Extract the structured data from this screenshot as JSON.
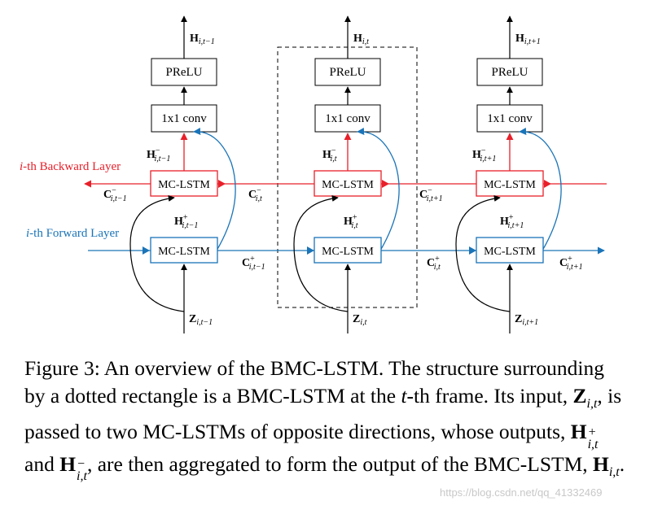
{
  "colors": {
    "backward": "#e8202a",
    "forward": "#1a74b8",
    "dashed": "#000000",
    "watermark": "#c8c8c8"
  },
  "layers": {
    "backward_label_italic": "i",
    "backward_label_rest": "-th Backward Layer",
    "forward_label_italic": "i",
    "forward_label_rest": "-th Forward Layer"
  },
  "blocks": [
    {
      "output_main": "H",
      "output_sub": "i,t−1",
      "prelu": "PReLU",
      "conv": "1x1 conv",
      "mc_back": "MC-LSTM",
      "mc_fwd": "MC-LSTM",
      "h_minus_main": "H",
      "h_minus_sup": "−",
      "h_minus_sub": "i,t−1",
      "h_plus_main": "H",
      "h_plus_sup": "+",
      "h_plus_sub": "i,t−1",
      "input_main": "Z",
      "input_sub": "i,t−1"
    },
    {
      "output_main": "H",
      "output_sub": "i,t",
      "prelu": "PReLU",
      "conv": "1x1 conv",
      "mc_back": "MC-LSTM",
      "mc_fwd": "MC-LSTM",
      "h_minus_main": "H",
      "h_minus_sup": "−",
      "h_minus_sub": "i,t",
      "h_plus_main": "H",
      "h_plus_sup": "+",
      "h_plus_sub": "i,t",
      "input_main": "Z",
      "input_sub": "i,t"
    },
    {
      "output_main": "H",
      "output_sub": "i,t+1",
      "prelu": "PReLU",
      "conv": "1x1 conv",
      "mc_back": "MC-LSTM",
      "mc_fwd": "MC-LSTM",
      "h_minus_main": "H",
      "h_minus_sup": "−",
      "h_minus_sub": "i,t+1",
      "h_plus_main": "H",
      "h_plus_sup": "+",
      "h_plus_sub": "i,t+1",
      "input_main": "Z",
      "input_sub": "i,t+1"
    }
  ],
  "cell_states": {
    "back": [
      {
        "main": "C",
        "sup": "−",
        "sub": "i,t−1"
      },
      {
        "main": "C",
        "sup": "−",
        "sub": "i,t"
      },
      {
        "main": "C",
        "sup": "−",
        "sub": "i,t+1"
      }
    ],
    "fwd": [
      {
        "main": "C",
        "sup": "+",
        "sub": "i,t−1"
      },
      {
        "main": "C",
        "sup": "+",
        "sub": "i,t"
      },
      {
        "main": "C",
        "sup": "+",
        "sub": "i,t+1"
      }
    ]
  },
  "caption": {
    "p1": "Figure 3: An overview of the BMC-LSTM. The structure surrounding by a dotted rectangle is a BMC-LSTM at the ",
    "t": "t",
    "p2": "-th frame. Its input, ",
    "z_main": "Z",
    "z_sub": "i,t",
    "p3": ", is passed to two MC-LSTMs of opposite directions, whose outputs, ",
    "h_main": "H",
    "hp_sup": "+",
    "hp_sub": "i,t",
    "p4": " and ",
    "hm_sup": "−",
    "hm_sub": "i,t",
    "p5": ", are then aggregated to form the output of the BMC-LSTM, ",
    "hout_sub": "i,t",
    "p6": "."
  },
  "watermark": "https://blog.csdn.net/qq_41332469"
}
